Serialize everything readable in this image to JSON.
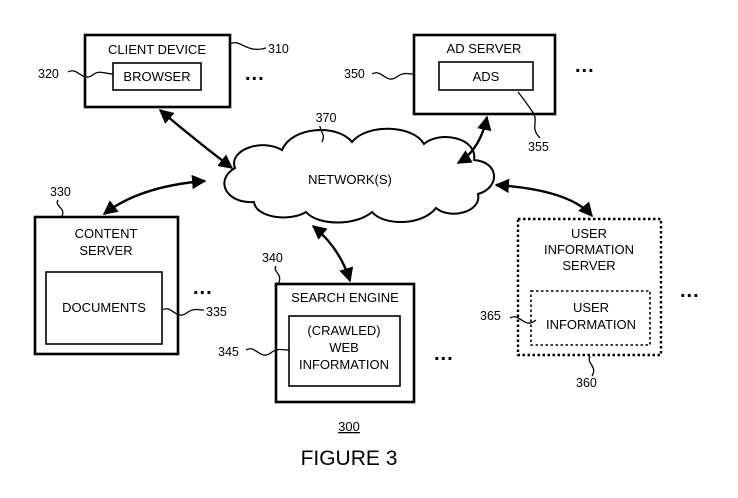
{
  "figure": {
    "number": "300",
    "title": "FIGURE 3"
  },
  "network": {
    "label": "NETWORK(S)",
    "ref": "370"
  },
  "client_device": {
    "label": "CLIENT DEVICE",
    "ref": "310",
    "browser_label": "BROWSER",
    "browser_ref": "320",
    "more": "..."
  },
  "ad_server": {
    "label": "AD SERVER",
    "ref": "350",
    "ads_label": "ADS",
    "ads_ref": "355",
    "more": "..."
  },
  "content_server": {
    "label_line1": "CONTENT",
    "label_line2": "SERVER",
    "ref": "330",
    "documents_label": "DOCUMENTS",
    "documents_ref": "335",
    "more": "..."
  },
  "search_engine": {
    "label": "SEARCH ENGINE",
    "ref": "340",
    "info_line1": "(CRAWLED)",
    "info_line2": "WEB",
    "info_line3": "INFORMATION",
    "info_ref": "345",
    "more": "..."
  },
  "user_info_server": {
    "label_line1": "USER",
    "label_line2": "INFORMATION",
    "label_line3": "SERVER",
    "ref": "360",
    "info_line1": "USER",
    "info_line2": "INFORMATION",
    "info_ref": "365",
    "more": "..."
  }
}
